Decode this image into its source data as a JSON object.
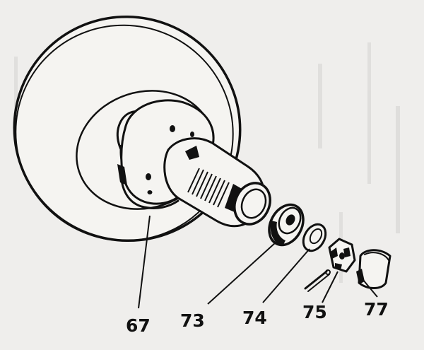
{
  "labels": {
    "disc": "67",
    "bearing": "73",
    "washer": "74",
    "castle_nut": "75",
    "hub_cap": "77"
  },
  "colors": {
    "ink": "#111111",
    "paper": "#efeeec"
  }
}
